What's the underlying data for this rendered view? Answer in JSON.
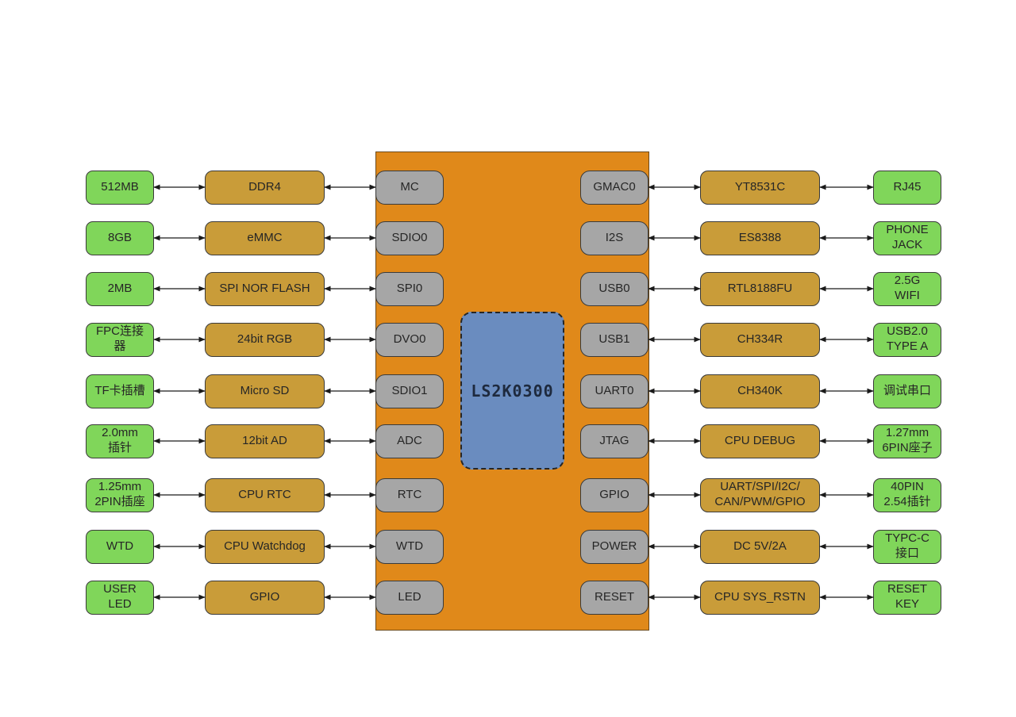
{
  "chip": {
    "core_label": "LS2K0300",
    "left_interfaces": [
      "MC",
      "SDIO0",
      "SPI0",
      "DVO0",
      "SDIO1",
      "ADC",
      "RTC",
      "WTD",
      "LED"
    ],
    "right_interfaces": [
      "GMAC0",
      "I2S",
      "USB0",
      "USB1",
      "UART0",
      "JTAG",
      "GPIO",
      "POWER",
      "RESET"
    ]
  },
  "left_rows": [
    {
      "device": "512MB",
      "component": "DDR4",
      "interface": "MC"
    },
    {
      "device": "8GB",
      "component": "eMMC",
      "interface": "SDIO0"
    },
    {
      "device": "2MB",
      "component": "SPI NOR FLASH",
      "interface": "SPI0"
    },
    {
      "device": "FPC连接\n器",
      "component": "24bit RGB",
      "interface": "DVO0"
    },
    {
      "device": "TF卡插槽",
      "component": "Micro SD",
      "interface": "SDIO1"
    },
    {
      "device": "2.0mm\n插针",
      "component": "12bit AD",
      "interface": "ADC"
    },
    {
      "device": "1.25mm\n2PIN插座",
      "component": "CPU RTC",
      "interface": "RTC"
    },
    {
      "device": "WTD",
      "component": "CPU Watchdog",
      "interface": "WTD"
    },
    {
      "device": "USER\nLED",
      "component": "GPIO",
      "interface": "LED"
    }
  ],
  "right_rows": [
    {
      "interface": "GMAC0",
      "component": "YT8531C",
      "device": "RJ45"
    },
    {
      "interface": "I2S",
      "component": "ES8388",
      "device": "PHONE\nJACK"
    },
    {
      "interface": "USB0",
      "component": "RTL8188FU",
      "device": "2.5G\nWIFI"
    },
    {
      "interface": "USB1",
      "component": "CH334R",
      "device": "USB2.0\nTYPE A"
    },
    {
      "interface": "UART0",
      "component": "CH340K",
      "device": "调试串口"
    },
    {
      "interface": "JTAG",
      "component": "CPU DEBUG",
      "device": "1.27mm\n6PIN座子"
    },
    {
      "interface": "GPIO",
      "component": "UART/SPI/I2C/\nCAN/PWM/GPIO",
      "device": "40PIN\n2.54插针"
    },
    {
      "interface": "POWER",
      "component": "DC 5V/2A",
      "device": "TYPC-C\n接口"
    },
    {
      "interface": "RESET",
      "component": "CPU SYS_RSTN",
      "device": "RESET\nKEY"
    }
  ],
  "colors": {
    "device": "#80d65a",
    "component": "#c99c39",
    "interface": "#a6a6a6",
    "chip": "#e0891a",
    "core": "#6a8cbf"
  }
}
